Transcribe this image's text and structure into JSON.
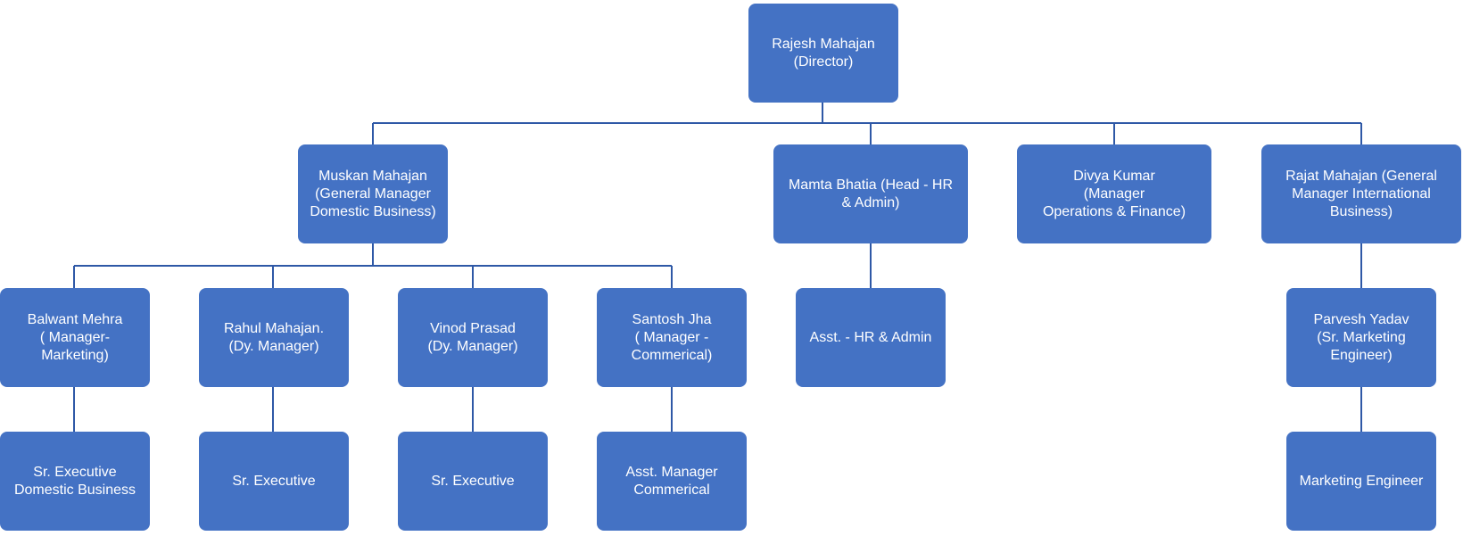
{
  "org_chart": {
    "director": "Rajesh Mahajan\n(Director)",
    "level2": {
      "muskan": "Muskan Mahajan\n(General Manager\nDomestic Business)",
      "mamta": "Mamta Bhatia  (Head - HR\n& Admin)",
      "divya": "Divya Kumar\n(Manager\nOperations & Finance)",
      "rajat": "Rajat Mahajan (General\nManager International\nBusiness)"
    },
    "level3": {
      "balwant": "Balwant Mehra\n( Manager-\nMarketing)",
      "rahul": "Rahul Mahajan.\n(Dy. Manager)",
      "vinod": "Vinod Prasad\n(Dy. Manager)",
      "santosh": "Santosh Jha\n( Manager -\nCommerical)",
      "asst_hr": "Asst. - HR & Admin",
      "parvesh": "Parvesh Yadav\n(Sr. Marketing\nEngineer)"
    },
    "level4": {
      "sr_exec_domestic": "Sr. Executive\nDomestic Business",
      "sr_exec_1": "Sr. Executive",
      "sr_exec_2": "Sr. Executive",
      "asst_mgr_commercial": "Asst. Manager\nCommerical",
      "marketing_engineer": "Marketing Engineer"
    }
  },
  "colors": {
    "box_fill": "#4472c4",
    "box_text": "#ffffff",
    "connector": "#2e58a6"
  }
}
